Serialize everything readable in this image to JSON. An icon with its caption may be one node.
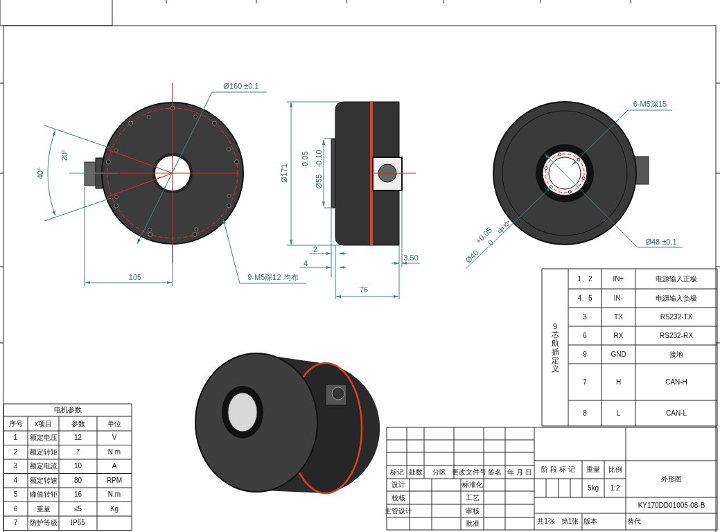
{
  "diagram": {
    "labels": [
      "Ø160 ±0.1",
      "20°",
      "40°",
      "Ø171",
      "-0.05",
      "-0.10",
      "Ø55",
      "105",
      "2",
      "4",
      "3.50",
      "76",
      "Ø40",
      "+0.05",
      "0",
      "中空",
      "Ø48 ±0.1",
      "9芯航插定义",
      "1、2",
      "IN+",
      "电源输入正极",
      "4、5",
      "IN-",
      "电源输入负极",
      "3",
      "TX",
      "RS232-TX",
      "6",
      "RX",
      "RS232-RX",
      "9",
      "GND",
      "接地",
      "7",
      "H",
      "CAN-H",
      "8",
      "L",
      "CAN-L",
      "电机参数",
      "序号",
      "x项目",
      "参数",
      "单位",
      "1",
      "额定电压",
      "12",
      "V",
      "2",
      "额定转矩",
      "7",
      "N.m",
      "3",
      "额定电流",
      "10",
      "A",
      "4",
      "额定转速",
      "80",
      "RPM",
      "5",
      "峰值转矩",
      "16",
      "N.m",
      "6",
      "重量",
      "≤5",
      "Kg",
      "7",
      "防护等级",
      "IP55",
      "标记",
      "处数",
      "分区",
      "更改文件号",
      "签名",
      "年 月 日",
      "阶 段 标 记",
      "重量",
      "比例",
      "外形图",
      "设计",
      "标准化",
      "5kg",
      "1:2",
      "校核",
      "工艺",
      "KY170DD01005-08-B",
      "主管设计",
      "审核",
      "批准",
      "共1张",
      "第1张",
      "版本",
      "替代",
      "9-M5深12 均布",
      "6-M5深15"
    ]
  }
}
